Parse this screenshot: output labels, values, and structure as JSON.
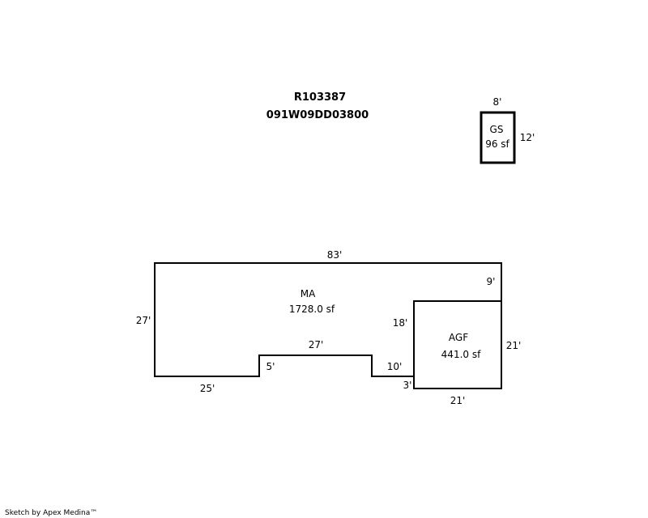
{
  "header": {
    "parcel_number": "R103387",
    "map_number": "091W09DD03800"
  },
  "areas": {
    "gs": {
      "code": "GS",
      "area": "96 sf"
    },
    "ma": {
      "code": "MA",
      "area": "1728.0 sf"
    },
    "agf": {
      "code": "AGF",
      "area": "441.0 sf"
    }
  },
  "dimensions": {
    "gs_top": "8'",
    "gs_right": "12'",
    "ma_top": "83'",
    "ma_left": "27'",
    "ma_bottom_left": "25'",
    "ma_notch_height": "5'",
    "ma_notch_top": "27'",
    "ma_step": "10'",
    "ma_right_upper": "9'",
    "agf_left": "18'",
    "agf_right": "21'",
    "agf_bottom": "21'",
    "agf_step": "3'"
  },
  "footer": {
    "credit": "Sketch by Apex Medina™"
  }
}
